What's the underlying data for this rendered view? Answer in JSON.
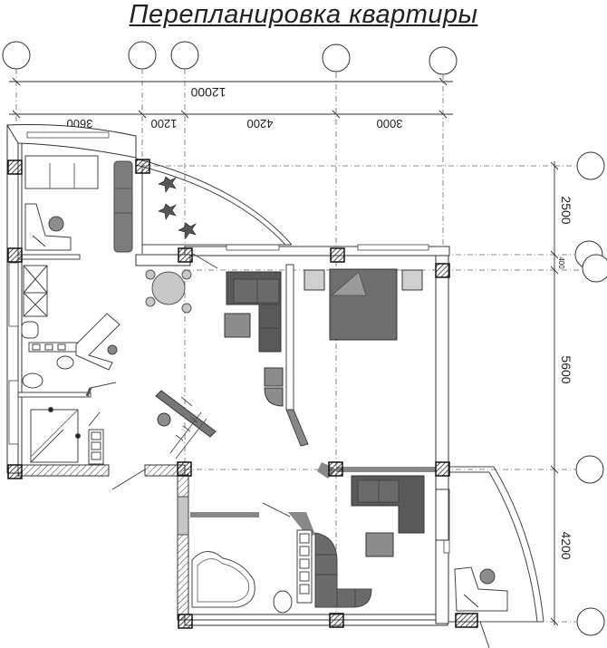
{
  "title": "Перепланировка квартиры",
  "dimensions": {
    "total_width": "12000",
    "top_segments": [
      "3600",
      "1200",
      "4200",
      "3000"
    ],
    "right_segments": [
      "2500",
      "400",
      "5600",
      "4200"
    ]
  },
  "colors": {
    "wall_fill": "#ffffff",
    "wall_stroke": "#333333",
    "furniture_dark": "#595959",
    "furniture_mid": "#8c8c8c",
    "furniture_light": "#bdbdbd",
    "dash_line": "#555555"
  }
}
